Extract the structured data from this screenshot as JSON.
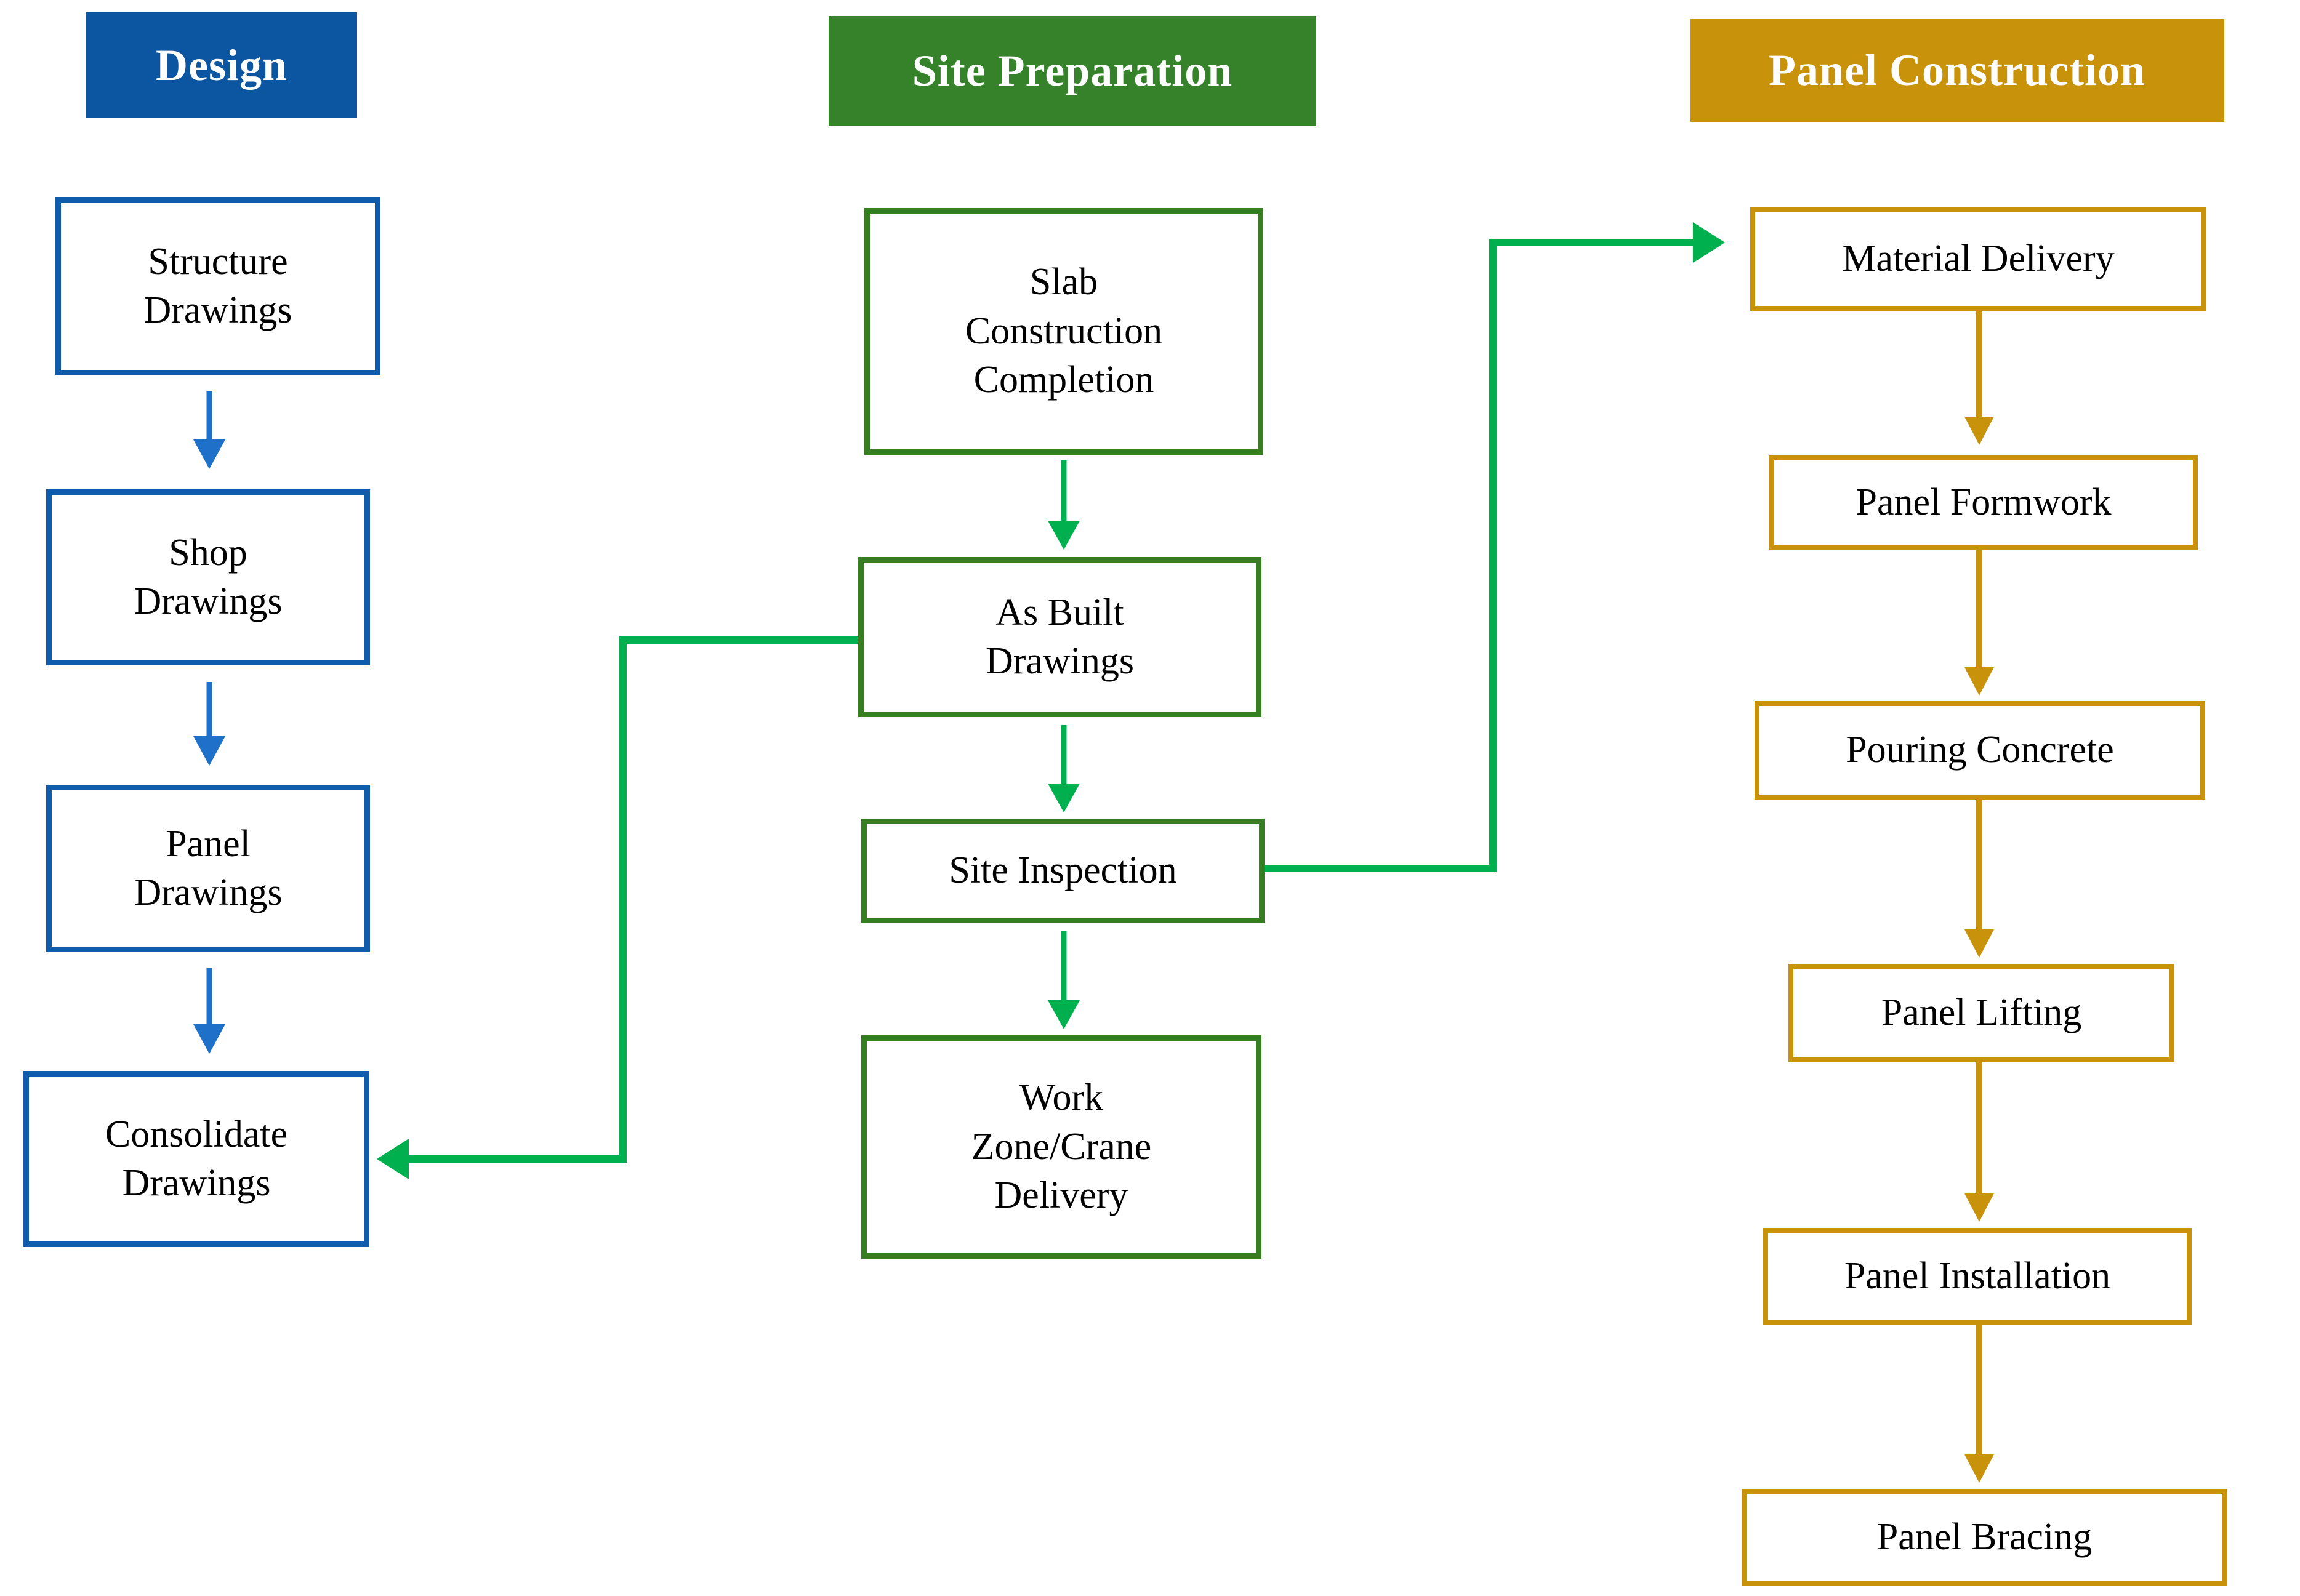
{
  "colors": {
    "design_header_bg": "#0C55A0",
    "design_box_border": "#0F5BAC",
    "design_arrow": "#1F70C8",
    "site_header_bg": "#35822A",
    "site_box_border": "#377D22",
    "site_arrow": "#00B04E",
    "panel_header_bg": "#C8920A",
    "panel_box_border": "#C8920A",
    "panel_arrow": "#C8920A",
    "header_text": "#FFFFFF",
    "node_text": "#000000",
    "background": "#FFFFFF"
  },
  "columns": [
    {
      "id": "design",
      "header": "Design",
      "nodes": [
        {
          "label": "Structure\nDrawings"
        },
        {
          "label": "Shop\nDrawings"
        },
        {
          "label": "Panel\nDrawings"
        },
        {
          "label": "Consolidate\nDrawings"
        }
      ]
    },
    {
      "id": "site-preparation",
      "header": "Site Preparation",
      "nodes": [
        {
          "label": "Slab\nConstruction\nCompletion"
        },
        {
          "label": "As Built\nDrawings"
        },
        {
          "label": "Site Inspection"
        },
        {
          "label": "Work\nZone/Crane\nDelivery"
        }
      ]
    },
    {
      "id": "panel-construction",
      "header": "Panel Construction",
      "nodes": [
        {
          "label": "Material Delivery"
        },
        {
          "label": "Panel Formwork"
        },
        {
          "label": "Pouring Concrete"
        },
        {
          "label": "Panel Lifting"
        },
        {
          "label": "Panel Installation"
        },
        {
          "label": "Panel Bracing"
        }
      ]
    }
  ],
  "edges": [
    {
      "from": "Structure Drawings",
      "to": "Shop Drawings",
      "color": "blue"
    },
    {
      "from": "Shop Drawings",
      "to": "Panel Drawings",
      "color": "blue"
    },
    {
      "from": "Panel Drawings",
      "to": "Consolidate Drawings",
      "color": "blue"
    },
    {
      "from": "Slab Construction Completion",
      "to": "As Built Drawings",
      "color": "green"
    },
    {
      "from": "As Built Drawings",
      "to": "Site Inspection",
      "color": "green"
    },
    {
      "from": "Site Inspection",
      "to": "Work Zone/Crane Delivery",
      "color": "green"
    },
    {
      "from": "As Built Drawings",
      "to": "Consolidate Drawings",
      "color": "green"
    },
    {
      "from": "Site Inspection",
      "to": "Material Delivery",
      "color": "green"
    },
    {
      "from": "Material Delivery",
      "to": "Panel Formwork",
      "color": "gold"
    },
    {
      "from": "Panel Formwork",
      "to": "Pouring Concrete",
      "color": "gold"
    },
    {
      "from": "Pouring Concrete",
      "to": "Panel Lifting",
      "color": "gold"
    },
    {
      "from": "Panel Lifting",
      "to": "Panel Installation",
      "color": "gold"
    },
    {
      "from": "Panel Installation",
      "to": "Panel Bracing",
      "color": "gold"
    }
  ]
}
